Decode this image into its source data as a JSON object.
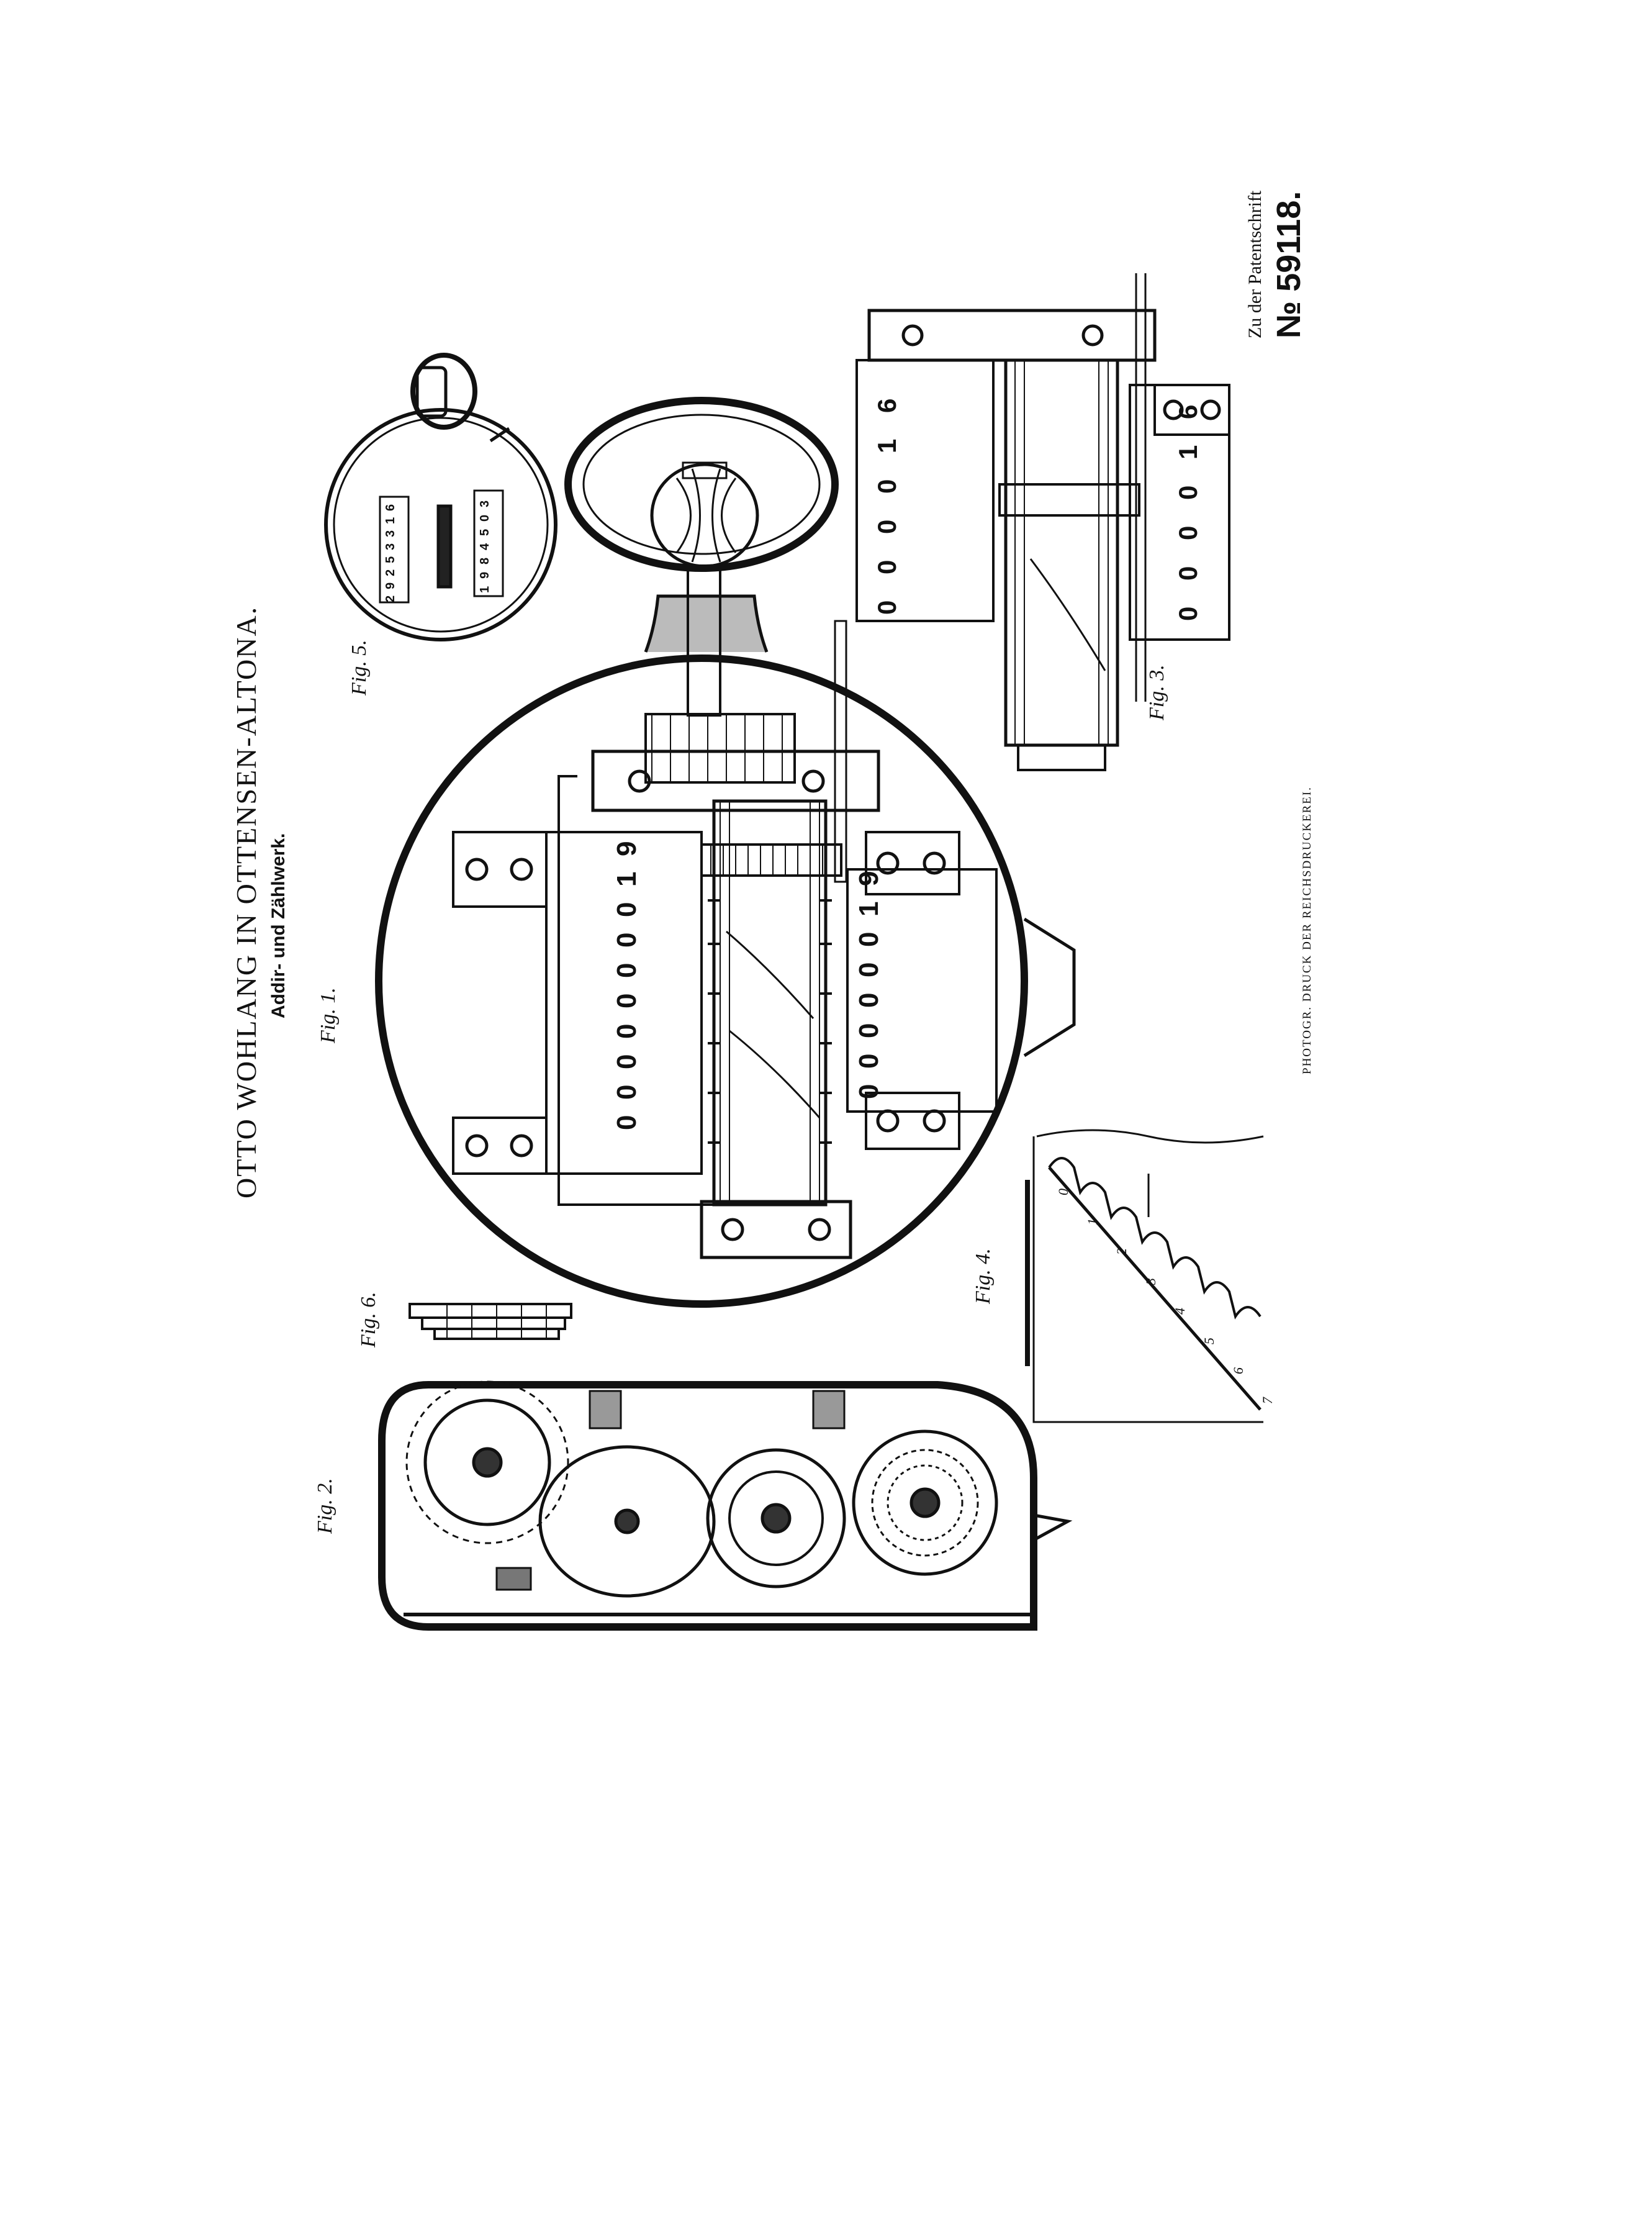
{
  "document": {
    "title": "OTTO WOHLANG IN OTTENSEN-ALTONA.",
    "subtitle": "Addir- und Zählwerk.",
    "patent_header": "Zu der Patentschrift",
    "patent_number": "№ 59118.",
    "printer_note": "PHOTOGR. DRUCK DER REICHSDRUCKEREI."
  },
  "figures": {
    "fig1": "Fig. 1.",
    "fig2": "Fig. 2.",
    "fig3": "Fig. 3.",
    "fig4": "Fig. 4.",
    "fig5": "Fig. 5.",
    "fig6": "Fig. 6."
  },
  "counter_digits": {
    "fig5_upper": [
      "2",
      "9",
      "2",
      "5",
      "3",
      "3",
      "1",
      "6"
    ],
    "fig5_lower": [
      "1",
      "9",
      "8",
      "4",
      "5",
      "0",
      "3"
    ],
    "fig1_upper": [
      "0",
      "0",
      "0",
      "0",
      "0",
      "0",
      "0",
      "0",
      "1",
      "9"
    ],
    "fig1_lower": [
      "0",
      "0",
      "0",
      "0",
      "0",
      "0",
      "1",
      "9"
    ],
    "fig3_upper": [
      "0",
      "0",
      "0",
      "0",
      "1",
      "6"
    ],
    "fig3_lower": [
      "0",
      "0",
      "0",
      "0",
      "1",
      "6"
    ]
  },
  "fig4_steps": [
    "0",
    "1",
    "2",
    "3",
    "4",
    "5",
    "6",
    "7"
  ]
}
